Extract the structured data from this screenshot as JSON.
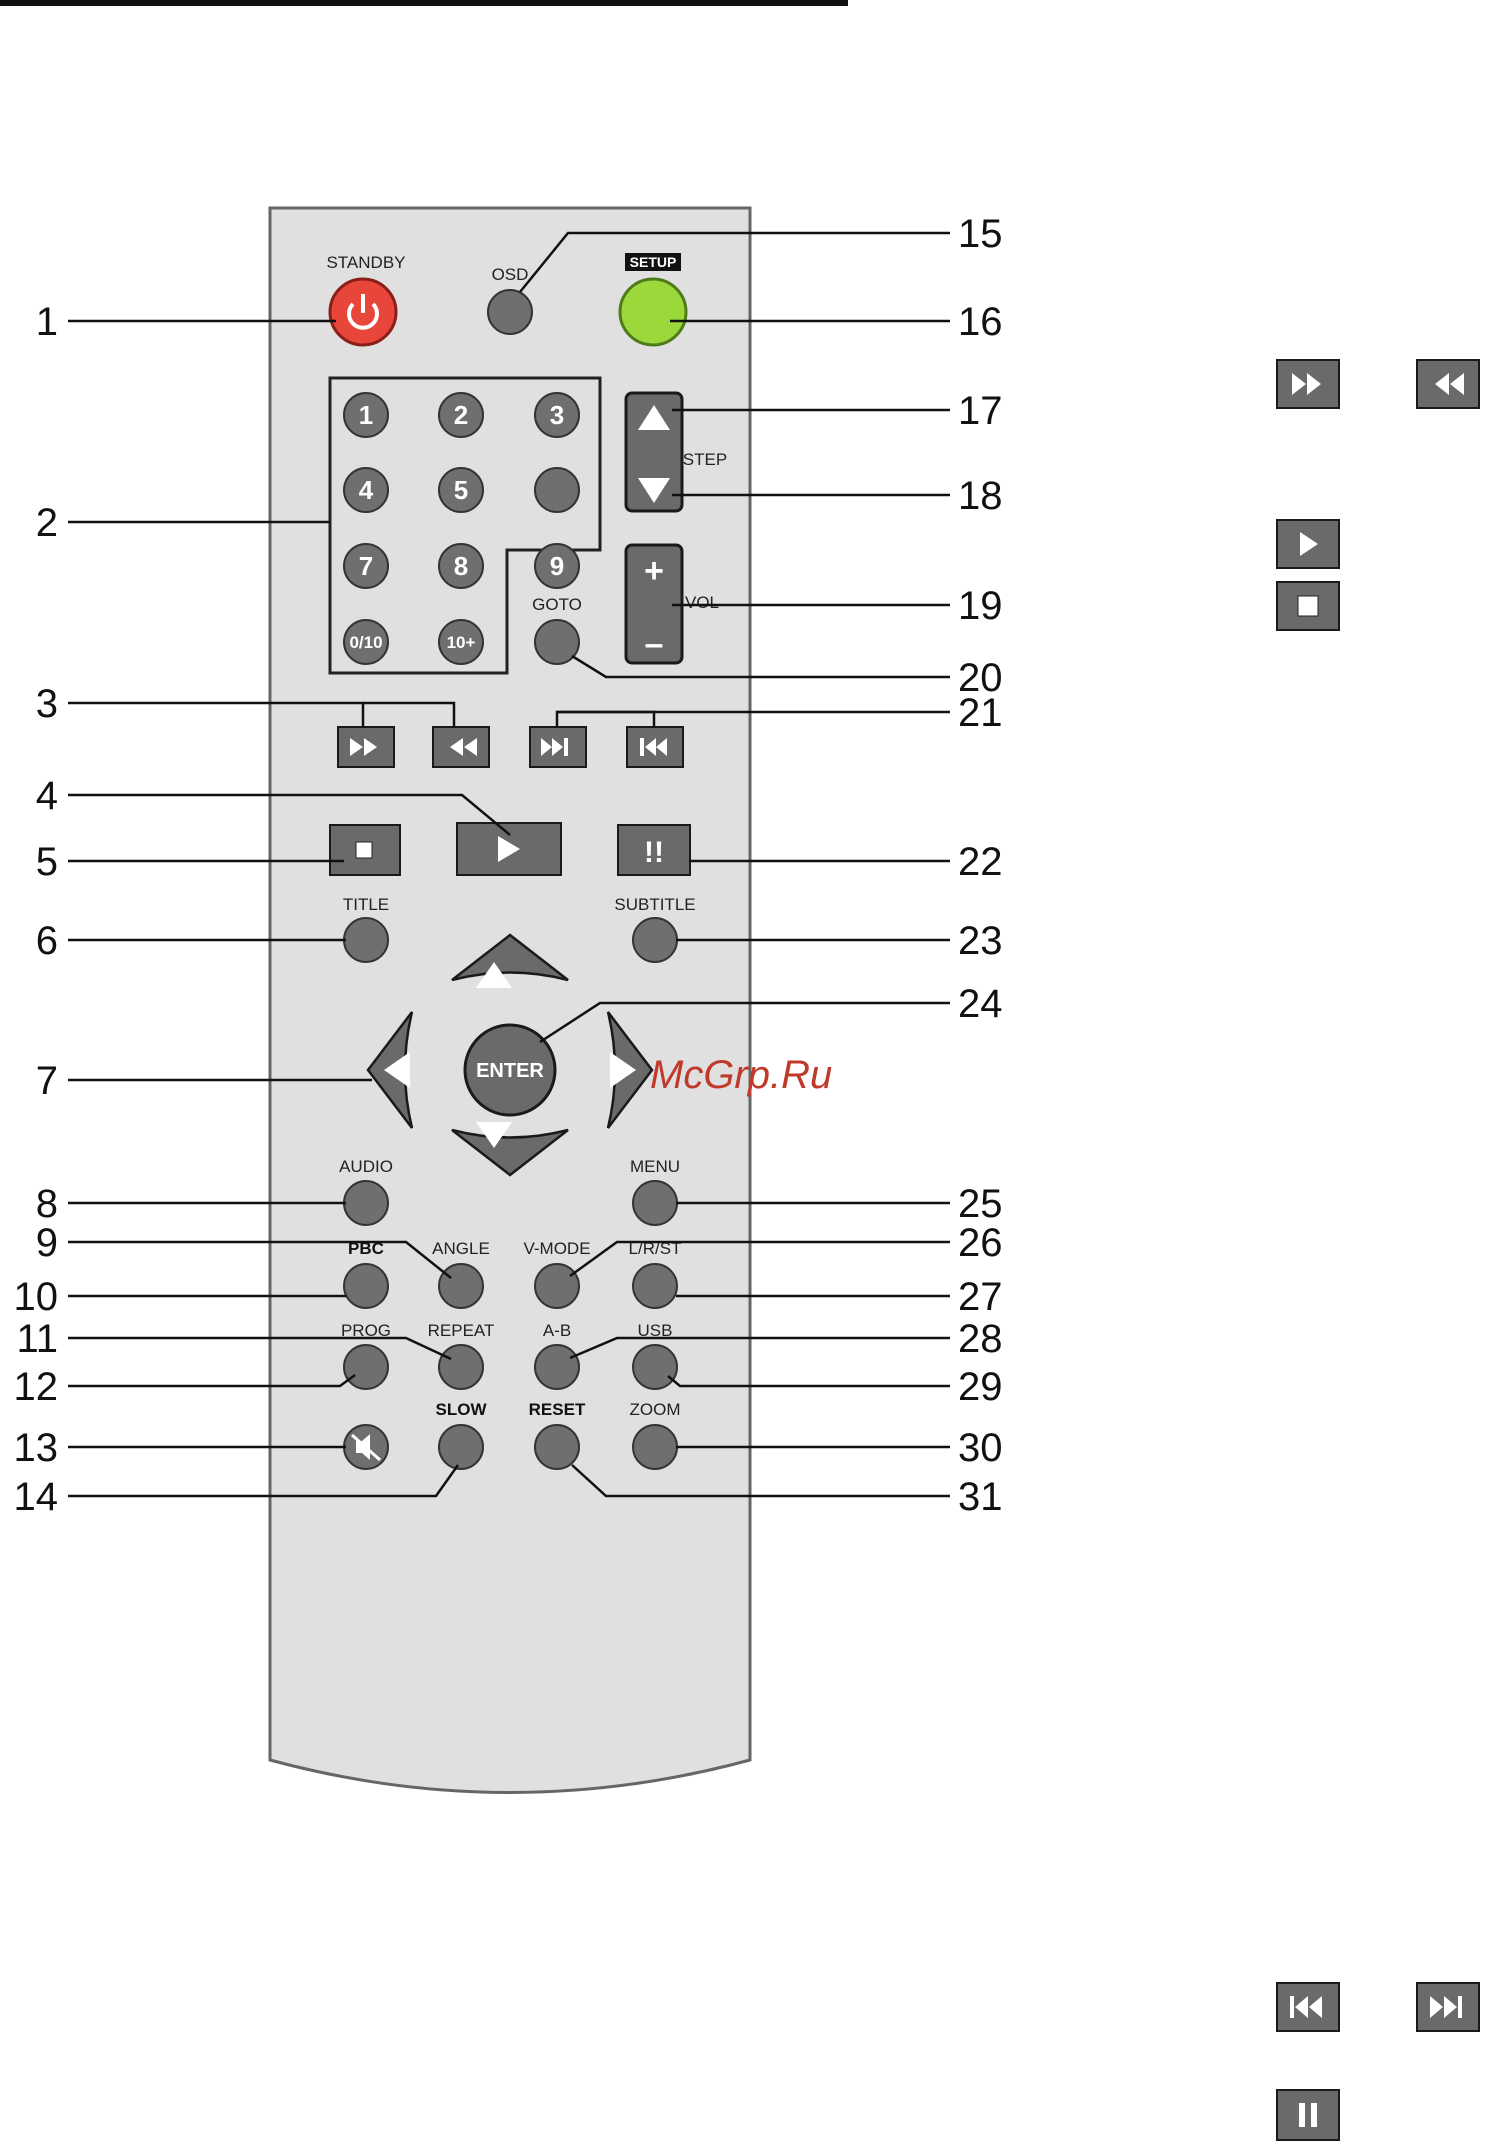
{
  "callouts": {
    "left": [
      "1",
      "2",
      "3",
      "4",
      "5",
      "6",
      "7",
      "8",
      "9",
      "10",
      "11",
      "12",
      "13",
      "14"
    ],
    "right": [
      "15",
      "16",
      "17",
      "18",
      "19",
      "20",
      "21",
      "22",
      "23",
      "24",
      "25",
      "26",
      "27",
      "28",
      "29",
      "30",
      "31"
    ]
  },
  "labels": {
    "standby": "STANDBY",
    "osd": "OSD",
    "setup": "SETUP",
    "step": "STEP",
    "vol": "VOL",
    "goto": "GOTO",
    "title": "TITLE",
    "subtitle": "SUBTITLE",
    "enter": "ENTER",
    "audio": "AUDIO",
    "menu": "MENU",
    "pbc": "PBC",
    "angle": "ANGLE",
    "vmode": "V-MODE",
    "lrst": "L/R/ST",
    "prog": "PROG",
    "repeat": "REPEAT",
    "ab": "A-B",
    "usb": "USB",
    "slow": "SLOW",
    "reset": "RESET",
    "zoom": "ZOOM"
  },
  "numpad": {
    "keys": [
      "1",
      "2",
      "3",
      "4",
      "5",
      "",
      "7",
      "8",
      "9",
      "0/10",
      "10+"
    ]
  },
  "volume": {
    "plus": "+",
    "minus": "–"
  },
  "pause_glyph": "!!",
  "watermark": "McGrp.Ru",
  "colors": {
    "standby": "#e8463a",
    "setup": "#9bd93a",
    "remote_body": "#e0e0e0",
    "button": "#6f6f6f"
  }
}
